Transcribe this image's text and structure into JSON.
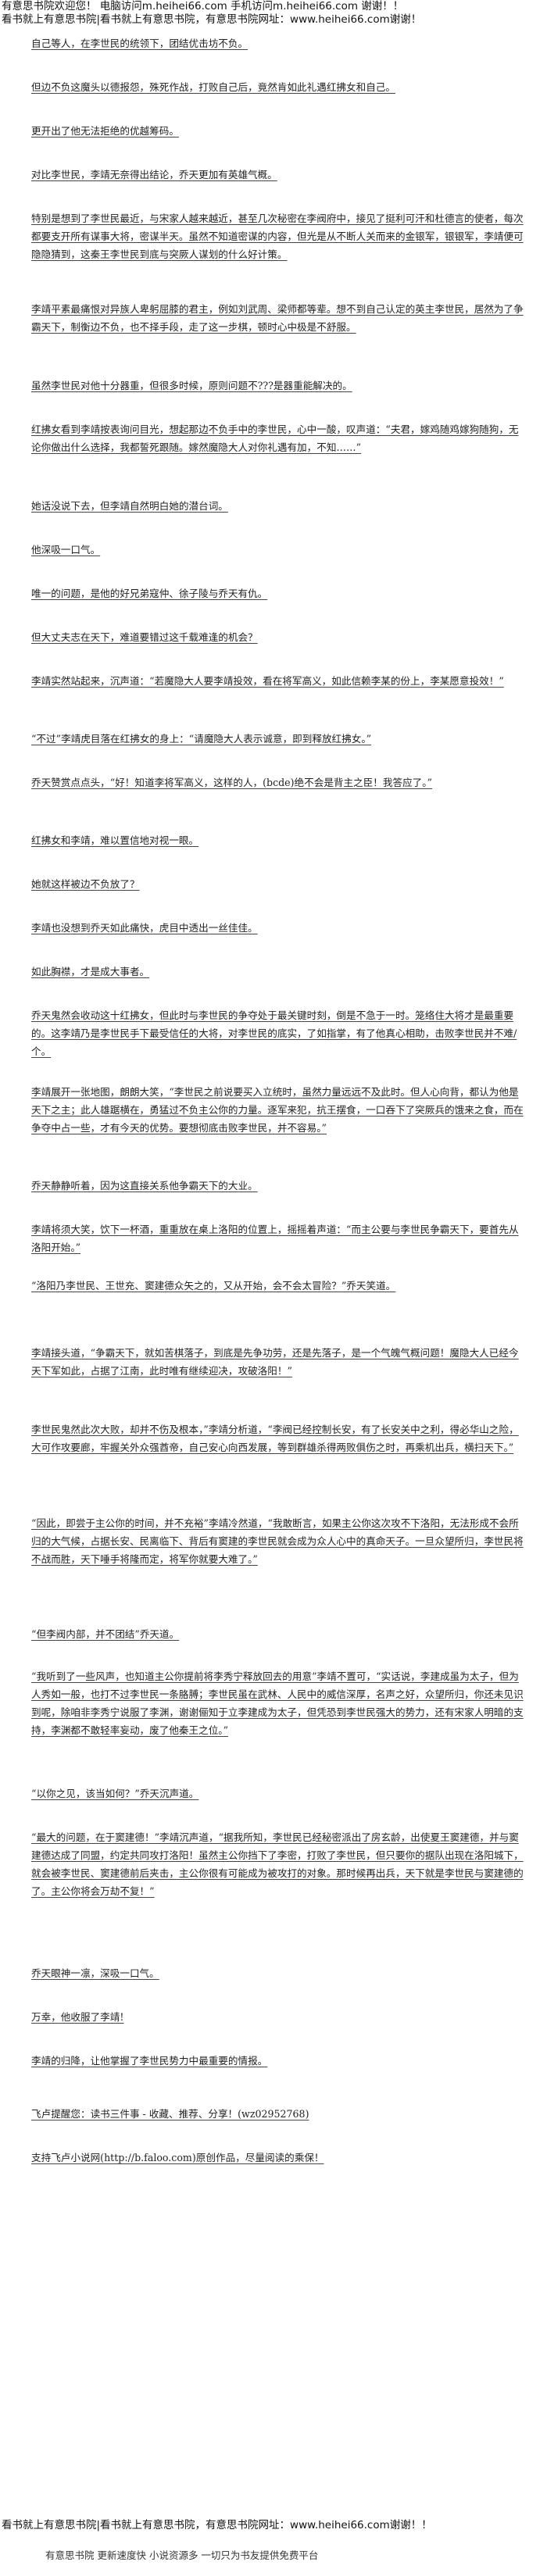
{
  "header": {
    "line1": "有意思书院欢迎您！ 电脑访问m.heihei66.com  手机访问m.heihei66.com 谢谢！！",
    "line2": "看书就上有意思书院|看书就上有意思书院，有意思书院网址：www.heihei66.com谢谢！"
  },
  "paragraphs": [
    "自己等人，在李世民的统领下，团结优击坊不负。",
    "但边不负这魔头以德报怨，殊死作战，打败自己后，竟然肯如此礼遇红拂女和自己。",
    "更开出了他无法拒绝的优越筹码。",
    "对比李世民，李靖无奈得出结论，乔天更加有英雄气概。",
    "特别是想到了李世民最近，与宋家人越来越近，甚至几次秘密在李阀府中，接见了挺利可汗和杜德言的使者，每次都要支开所有谋事大将，密谋半天。虽然不知道密谋的内容，但光是从不断人关而来的金银军，银银军，李靖便可隐隐猜到，这秦王李世民到底与突厥人谋划的什么好计策。",
    "李靖平素最痛恨对异族人卑躬屈膝的君主，例如刘武周、梁师都等辈。想不到自己认定的英主李世民，居然为了争霸天下，制衡边不负，也不择手段，走了这一步棋，顿时心中极是不舒服。",
    "虽然李世民对他十分器重，但很多时候，原则问题不???是器重能解决的。",
    "红拂女看到李靖按表询问目光，想起那边不负手中的李世民，心中一酸，叹声道：“夫君，嫁鸡随鸡嫁狗随狗，无论你做出什么选择，我都誓死跟随。嫁然魔隐大人对你礼遇有加，不知……”",
    "她话没说下去，但李靖自然明白她的潜台词。",
    "他深吸一口气。",
    "唯一的问题，是他的好兄弟寇仲、徐子陵与乔天有仇。",
    "但大丈夫志在天下，难道要错过这千载难逢的机会？",
    "李靖实然站起来，沉声道：“若魔隐大人要李靖投效，看在将军高义，如此信赖李某的份上，李某愿意投效！”",
    "“不过”李靖虎目落在红拂女的身上：“请魔隐大人表示诚意，即到释放红拂女。”",
    "乔天赞赏点点头，“好！知道李将军高义，这样的人，(bcde)绝不会是背主之臣！我答应了。”",
    "红拂女和李靖，难以置信地对视一眼。",
    "她就这样被边不负放了？",
    "李靖也没想到乔天如此痛快，虎目中透出一丝佳佳。",
    "如此胸襟，才是成大事者。",
    "乔天鬼然会收动这十红拂女，但此时与李世民的争夺处于最关键时刻，倒是不急于一时。笼络住大将才是最重要的。这李靖乃是李世民手下最受信任的大将，对李世民的底实，了如指掌，有了他真心相助，击败李世民并不难/个。",
    "李靖展开一张地图，朗朗大笑，“李世民之前说要买入立统时，虽然力量远远不及此时。但人心向背，都认为他是天下之主；此人雄踞横在，勇猛过不负主公你的力量。逐军来犯，抗王摆食，一口吞下了突厥兵的饿来之食，而在争夺中占一些，才有今天的优势。要想彻底击败李世民，并不容易。”",
    "乔天静静听着，因为这直接关系他争霸天下的大业。",
    "李靖将须大笑，饮下一杯酒，重重放在桌上洛阳的位置上，摇摇着声道：“而主公要与李世民争霸天下，要首先从洛阳开始。”",
    "“洛阳乃李世民、王世充、窦建德众矢之的，又从开始，会不会太冒险？”乔天笑道。",
    "李靖接头道，“争霸天下，就如苦棋落子，到底是先争功劳，还是先落子，是一个气魄气概问题！魔隐大人已经今天下军如此，占据了江南，此时唯有继续迎决，攻破洛阳！”",
    "李世民鬼然此次大败，却并不伤及根本，”李靖分析道，“李阀已经控制长安，有了长安关中之利，得必华山之险，大可作攻要廊，牢握关外众强酋帝，自己安心向西发展，等到群雄杀得两败俱伤之时，再乘机出兵，横扫天下。”",
    "“因此，即尝于主公你的时间，并不充裕”李靖冷然道，“我敢断言，如果主公你这次攻不下洛阳，无法形成不会所归的大气候，占据长安、民离临下、背后有窦建的李世民就会成为众人心中的真命天子。一旦众望所归，李世民将不战而胜，天下唾手将隆而定，将军你就要大难了。”",
    "“但李阀内部，并不团结”乔天道。",
    "“我听到了一些风声，也知道主公你提前将李秀宁释放回去的用意”李靖不置可，“实话说，李建成虽为太子，但为人秀如一般，也打不过李世民一条胳膊；李世民虽在武林、人民中的威信深厚，名声之好，众望所归，你还未见识到呢，除咱非李秀宁说服了李渊，谢谢俪知于立李建成为太子，但凭恐到李世民强大的势力，还有宋家人明暗的支持，李渊都不敢轻率妄动，废了他秦王之位。”",
    "“以你之见，该当如何？”乔天沉声道。",
    "“最大的问题，在于窦建德！”李靖沉声道，“据我所知，李世民已经秘密派出了房玄龄，出使夏王窦建德，并与窦建德达成了同盟，约定共同攻打洛阳！虽然主公你挡下了李密，打败了李世民，但只要你的据队出现在洛阳城下，就会被李世民、窦建德前后夹击，主公你很有可能成为被攻打的对象。那时候再出兵，天下就是李世民与窦建德的了。主公你将会万劫不复！”",
    "乔天眼神一凛，深吸一口气。",
    "万幸，他收服了李靖!",
    "李靖的归降，让他掌握了李世民势力中最重要的情报。",
    "飞卢提醒您：读书三件事 - 收藏、推荐、分享！(wz02952768)",
    "支持飞卢小说网(http://b.faloo.com)原创作品，尽量阅读的乘保！"
  ],
  "bottom_line": "看书就上有意思书院|看书就上有意思书院，有意思书院网址：www.heihei66.com谢谢！！",
  "footer_text": "有意思书院 更新速度快 小说资源多 一切只为书友提供免费平台"
}
